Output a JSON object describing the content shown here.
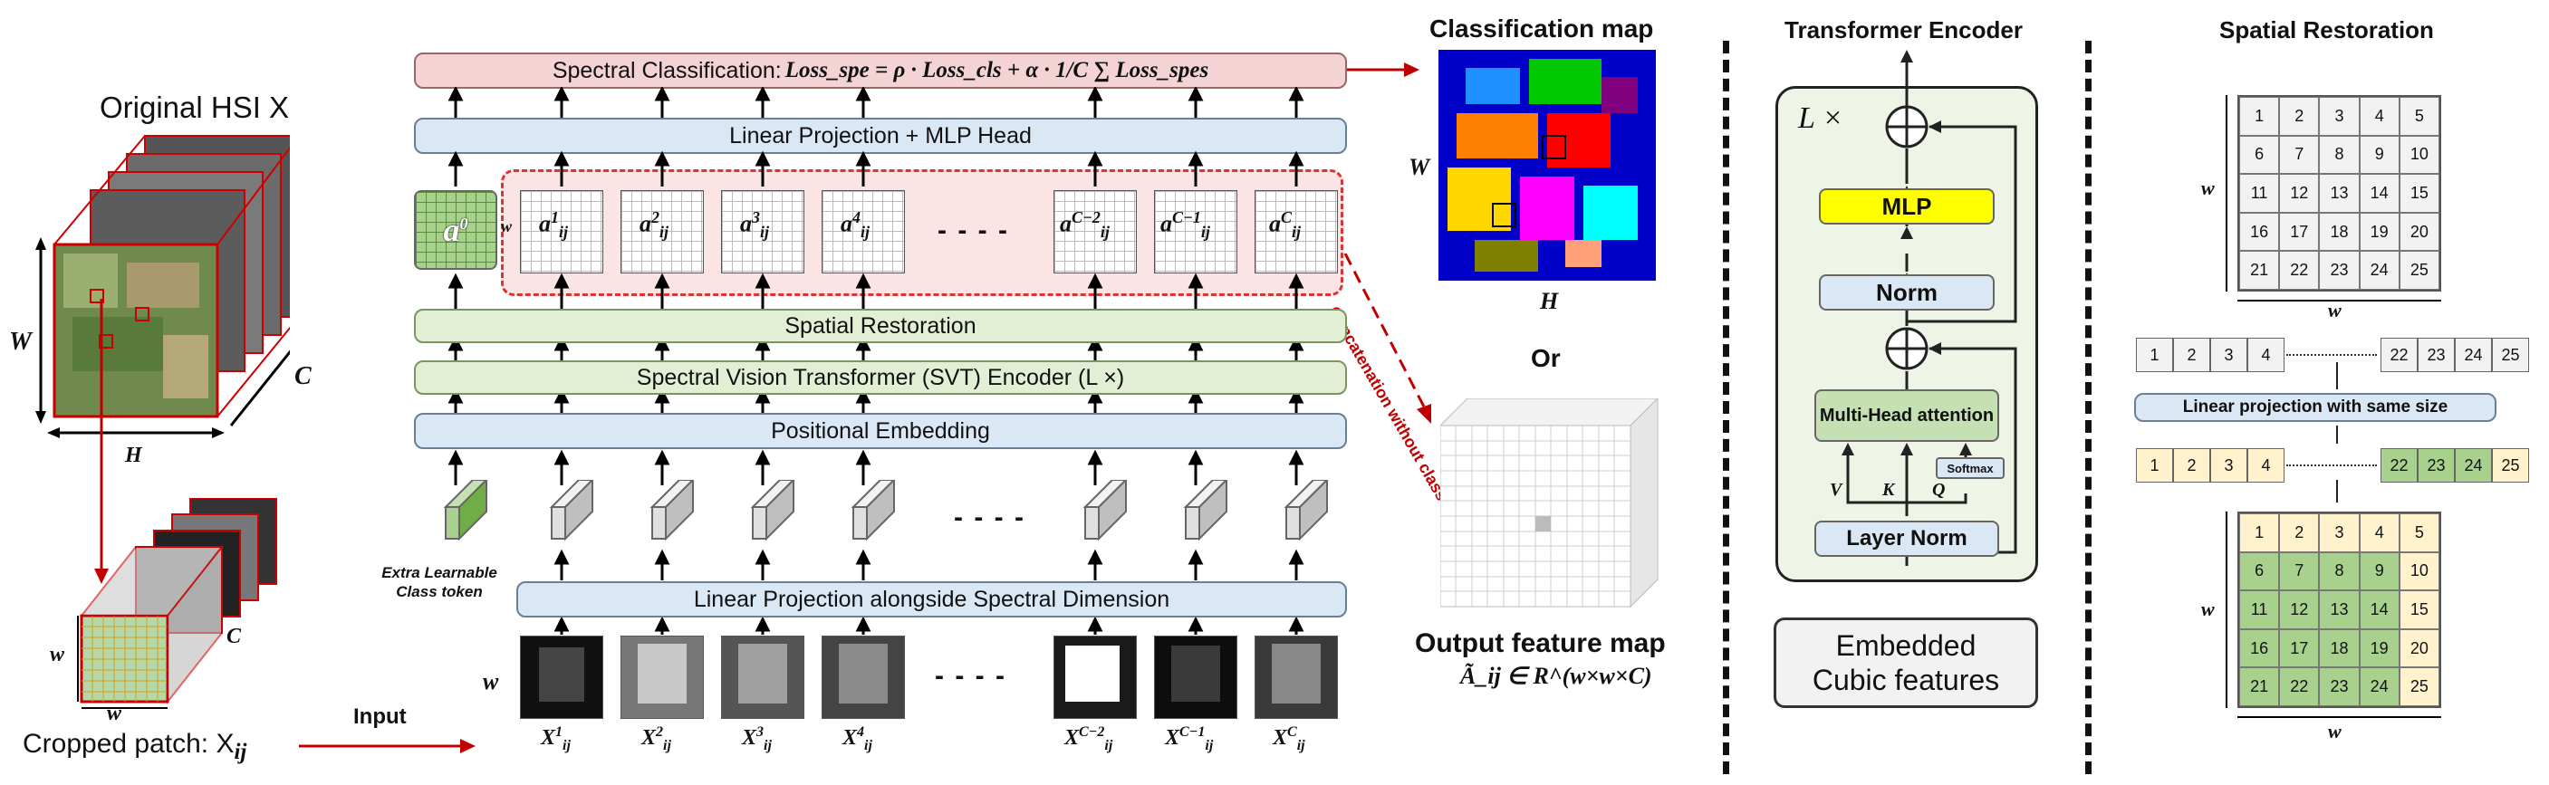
{
  "left": {
    "title": "Original HSI X",
    "axis_w": "W",
    "axis_h": "H",
    "axis_c": "C",
    "patch_w": "w",
    "patch_w2": "w",
    "patch_c": "C",
    "cropped_label": "Cropped patch: X",
    "cropped_sub": "ij",
    "input_label": "Input"
  },
  "center": {
    "loss_prefix": "Spectral Classification: ",
    "loss_formula": "Loss_spe = ρ · Loss_cls + α · 1/C ∑ Loss_spes",
    "mlp_head": "Linear Projection + MLP Head",
    "spatial_restoration": "Spatial Restoration",
    "svt_encoder": "Spectral Vision Transformer (SVT) Encoder (L ×)",
    "positional": "Positional Embedding",
    "linear_spectral": "Linear Projection alongside Spectral Dimension",
    "class_token_label": "Extra Learnable Class token",
    "a_labels": [
      "a",
      "a",
      "a",
      "a",
      "a",
      "a",
      "a"
    ],
    "a_sups": [
      "1",
      "2",
      "3",
      "4",
      "C−2",
      "C−1",
      "C"
    ],
    "a0_sup": "0",
    "x_sups": [
      "1",
      "2",
      "3",
      "4",
      "C−2",
      "C−1",
      "C"
    ],
    "x_label": "X",
    "sub_ij": "ij",
    "dashes": "- - - -",
    "patch_w": "w",
    "concat_note": "Concatenation without class token"
  },
  "output": {
    "cls_title": "Classification map",
    "axis_w": "W",
    "axis_h": "H",
    "or": "Or",
    "feat_title": "Output feature map",
    "feat_formula": "Ã_ij ∈ R^(w×w×C)"
  },
  "encoder": {
    "title": "Transformer Encoder",
    "repeat": "L ×",
    "mlp": "MLP",
    "norm": "Norm",
    "mha": "Multi-Head attention",
    "softmax": "Softmax",
    "v": "V",
    "k": "K",
    "q": "Q",
    "layernorm": "Layer Norm",
    "embedded": "Embedded Cubic features"
  },
  "restoration": {
    "title": "Spatial Restoration",
    "top_grid": [
      "1",
      "2",
      "3",
      "4",
      "5",
      "6",
      "7",
      "8",
      "9",
      "10",
      "11",
      "12",
      "13",
      "14",
      "15",
      "16",
      "17",
      "18",
      "19",
      "20",
      "21",
      "22",
      "23",
      "24",
      "25"
    ],
    "axis_w": "w",
    "row_left": [
      "1",
      "2",
      "3",
      "4"
    ],
    "row_right": [
      "22",
      "23",
      "24",
      "25"
    ],
    "linear_label": "Linear projection with same size",
    "bottom_grid": [
      "1",
      "2",
      "3",
      "4",
      "5",
      "6",
      "7",
      "8",
      "9",
      "10",
      "11",
      "12",
      "13",
      "14",
      "15",
      "16",
      "17",
      "18",
      "19",
      "20",
      "21",
      "22",
      "23",
      "24",
      "25"
    ]
  },
  "colors": {
    "blue_bar": "#dae8f5",
    "green_bar": "#e3efd5",
    "pink_bar": "#f3d3d3",
    "red_arrow": "#c00000",
    "mlp_yellow": "#ffff00",
    "mha_green": "#c5e0b3",
    "restore_yellow": "#fff2cc",
    "restore_green": "#a9d18e"
  }
}
